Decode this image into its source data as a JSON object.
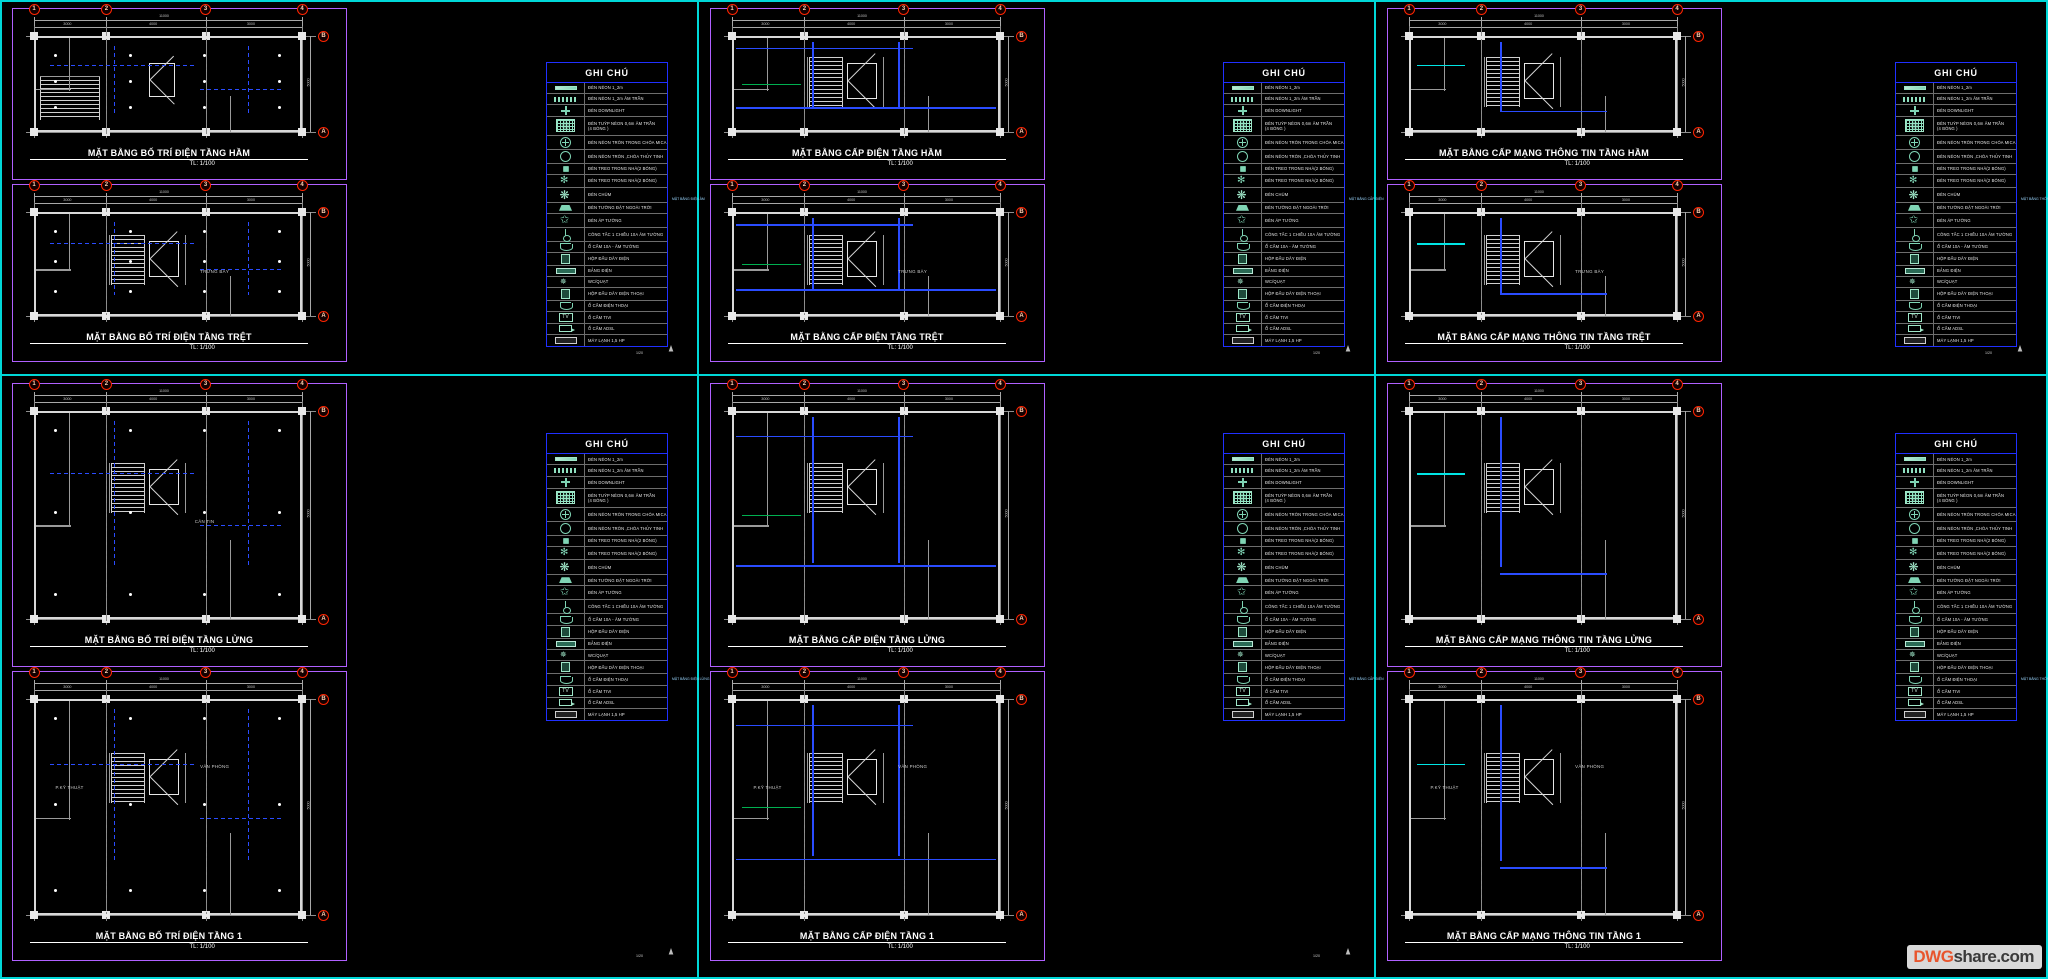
{
  "sheet": {
    "background": "#000000",
    "grid_color": "#00c8c8",
    "frame_color": "#b060ff",
    "legend_border_color": "#2030ff",
    "axis_bubble_color": "#ff2400"
  },
  "watermark": {
    "part_a": "DWG",
    "part_b": "share.com"
  },
  "legend": {
    "title": "GHI CHÚ",
    "rows": [
      {
        "symbol": "neon-bar-icon",
        "label": "ĐÈN NÉON 1_2m"
      },
      {
        "symbol": "neon-recessed-icon",
        "label": "ĐÈN NÉON 1_2m  ÂM TRẦN"
      },
      {
        "symbol": "downlight-icon",
        "label": "ĐÈN DOWNLIGHT"
      },
      {
        "symbol": "neon-panel-icon",
        "label": "ĐÈN TUÝP NÉON 0,6m  ÂM TRẦN\n(4 BÓNG )"
      },
      {
        "symbol": "round-lamp-cross-icon",
        "label": "ĐÈN NÉON TRÒN TRONG CHÓA MICA"
      },
      {
        "symbol": "round-lamp-icon",
        "label": "ĐÈN NÉON TRÒN ,CHÓA THỦY TINH"
      },
      {
        "symbol": "pendant-small-icon",
        "label": "ĐÈN TREO TRONG NHÀ(2 BÓNG)"
      },
      {
        "symbol": "pendant-multi-icon",
        "label": "ĐÈN TREO TRONG NHÀ(2 BÓNG)"
      },
      {
        "symbol": "chandelier-icon",
        "label": "ĐÈN CHÙM"
      },
      {
        "symbol": "outdoor-wall-lamp-icon",
        "label": "ĐÈN TƯỜNG ĐẶT NGOÀI TRỜI"
      },
      {
        "symbol": "wall-lamp-icon",
        "label": "ĐÈN ÁP TƯỜNG"
      },
      {
        "symbol": "switch-1way-icon",
        "label": "CÔNG TẮC 1 CHIỀU 10A ÂM TƯỜNG"
      },
      {
        "symbol": "socket-icon",
        "label": "Ổ CẮM 10A - ÂM TƯỜNG"
      },
      {
        "symbol": "junction-box-icon",
        "label": "HỘP ĐẤU DÂY ĐIỆN"
      },
      {
        "symbol": "distribution-board-icon",
        "label": "BẢNG  ĐIỆN"
      },
      {
        "symbol": "wc-fan-icon",
        "label": "WC/QUẠT"
      },
      {
        "symbol": "phone-box-icon",
        "label": "HỘP ĐẤU DÂY ĐIỆN THOẠI"
      },
      {
        "symbol": "phone-socket-icon",
        "label": "Ổ CẮM ĐIỆN THOẠI"
      },
      {
        "symbol": "tv-socket-icon",
        "label": "Ổ CẮM TIVI"
      },
      {
        "symbol": "camera-icon",
        "label": "Ổ CẮM ADSL"
      },
      {
        "symbol": "ac-unit-icon",
        "label": "MÁY LẠNH 1,5 HP"
      }
    ]
  },
  "legend_alt": {
    "title": "GHI CHÚ",
    "rows": [
      {
        "symbol": "neon-bar-icon",
        "label": "ĐÈN NÉON 1_2m"
      },
      {
        "symbol": "neon-recessed-icon",
        "label": "ĐÈN NÉON 1_2m ÂM TRẦN"
      },
      {
        "symbol": "downlight-icon",
        "label": "ĐÈN DOWNLIGHT"
      },
      {
        "symbol": "neon-panel-icon",
        "label": "ĐÈN TUÝP NÉON 0,6m ÂM TRẦN\n(4 BÓNG)"
      },
      {
        "symbol": "round-lamp-cross-icon",
        "label": "ĐÈN NÉON TRÒN TRONG CHÓA MICA"
      },
      {
        "symbol": "round-lamp-icon",
        "label": "ĐÈN NÉON TRÒN ,CHÓA THỦY TINH"
      },
      {
        "symbol": "pendant-small-icon",
        "label": "ĐÈN TREO TRONG NHÀ(2 BÓNG)"
      },
      {
        "symbol": "pendant-multi-icon",
        "label": "ĐÈN TREO TRONG NHÀ(2 BÓNG)"
      },
      {
        "symbol": "chandelier-icon",
        "label": "ĐÈN CHÙM"
      },
      {
        "symbol": "outdoor-wall-lamp-icon",
        "label": "ĐÈN TƯỜNG ĐẶT NGOÀI TRỜI"
      },
      {
        "symbol": "wall-lamp-icon",
        "label": "ĐÈN ÁP TƯỜNG"
      },
      {
        "symbol": "switch-1way-icon",
        "label": "CÔNG TẮC 1 CHIỀU 10A ÂM TƯỜNG"
      },
      {
        "symbol": "socket-icon",
        "label": "Ổ CẮM 10A - ÂM TƯỜNG"
      },
      {
        "symbol": "junction-box-icon",
        "label": "HỘP ĐẤU DÂY ĐIỆN"
      },
      {
        "symbol": "distribution-board-icon",
        "label": "BẢNG  ĐIỆN"
      },
      {
        "symbol": "wc-fan-icon",
        "label": "WC/QUẠT"
      },
      {
        "symbol": "phone-box-icon",
        "label": "HỘP ĐẤU DÂY ĐIỆN THOẠI"
      },
      {
        "symbol": "phone-socket-icon",
        "label": "Ổ CẮM ĐIỆN THOẠI"
      },
      {
        "symbol": "tv-socket-icon",
        "label": "Ổ CẮM TIVI"
      },
      {
        "symbol": "camera-icon",
        "label": "Ổ CẮM ADSL"
      },
      {
        "symbol": "ac-unit-icon",
        "label": "MÁY LẠNH 1,5 HP"
      }
    ]
  },
  "panels": [
    {
      "id": "panel-1",
      "side_note": "MẶT BẰNG ĐIỆN ÂM",
      "drawings": [
        {
          "title": "MẶT BẰNG BỐ TRÍ ĐIỆN TẦNG HẦM",
          "scale": "TL: 1/100"
        },
        {
          "title": "MẶT BẰNG BỐ TRÍ ĐIỆN TẦNG TRỆT",
          "scale": "TL: 1/100"
        }
      ]
    },
    {
      "id": "panel-2",
      "side_note": "MẶT BẰNG CẤP ĐIỆN",
      "drawings": [
        {
          "title": "MẶT BẰNG CẤP ĐIỆN TẦNG HẦM",
          "scale": "TL: 1/100"
        },
        {
          "title": "MẶT BẰNG CẤP ĐIỆN TẦNG TRỆT",
          "scale": "TL: 1/100"
        }
      ]
    },
    {
      "id": "panel-3",
      "side_note": "MẶT BẰNG THÔNG TIN",
      "drawings": [
        {
          "title": "MẶT BẰNG CẤP MẠNG THÔNG TIN TẦNG HẦM",
          "scale": "TL: 1/100"
        },
        {
          "title": "MẶT BẰNG CẤP MẠNG THÔNG TIN TẦNG TRỆT",
          "scale": "TL: 1/100"
        }
      ]
    },
    {
      "id": "panel-4",
      "side_note": "MẶT BẰNG ĐIỆN LỬNG",
      "drawings": [
        {
          "title": "MẶT BẰNG BỐ TRÍ ĐIỆN TẦNG LỬNG",
          "scale": "TL: 1/100"
        },
        {
          "title": "MẶT BẰNG BỐ TRÍ ĐIỆN TẦNG 1",
          "scale": "TL: 1/100"
        }
      ]
    },
    {
      "id": "panel-5",
      "side_note": "MẶT BẰNG CẤP ĐIỆN",
      "drawings": [
        {
          "title": "MẶT BẰNG CẤP ĐIỆN TẦNG LỬNG",
          "scale": "TL: 1/100"
        },
        {
          "title": "MẶT BẰNG CẤP ĐIỆN TẦNG 1",
          "scale": "TL: 1/100"
        }
      ]
    },
    {
      "id": "panel-6",
      "side_note": "MẶT BẰNG THÔNG TIN",
      "drawings": [
        {
          "title": "MẶT BẰNG CẤP MẠNG THÔNG TIN TẦNG LỬNG",
          "scale": "TL: 1/100"
        },
        {
          "title": "MẶT BẰNG CẤP MẠNG THÔNG TIN TẦNG 1",
          "scale": "TL: 1/100"
        }
      ]
    }
  ],
  "axis": {
    "columns": [
      "1",
      "2",
      "3",
      "4"
    ],
    "rows": [
      "A",
      "B"
    ]
  },
  "dimensions": {
    "overall": "11000",
    "bays": [
      "3000",
      "4000",
      "3000"
    ],
    "depth": "5000"
  },
  "room_labels": {
    "trung_bay": "TRƯNG BÀY",
    "can_tin": "CĂN TIN",
    "ky_thuat": "P.KỸ THUẬT",
    "van_phong": "VĂN PHÒNG"
  }
}
